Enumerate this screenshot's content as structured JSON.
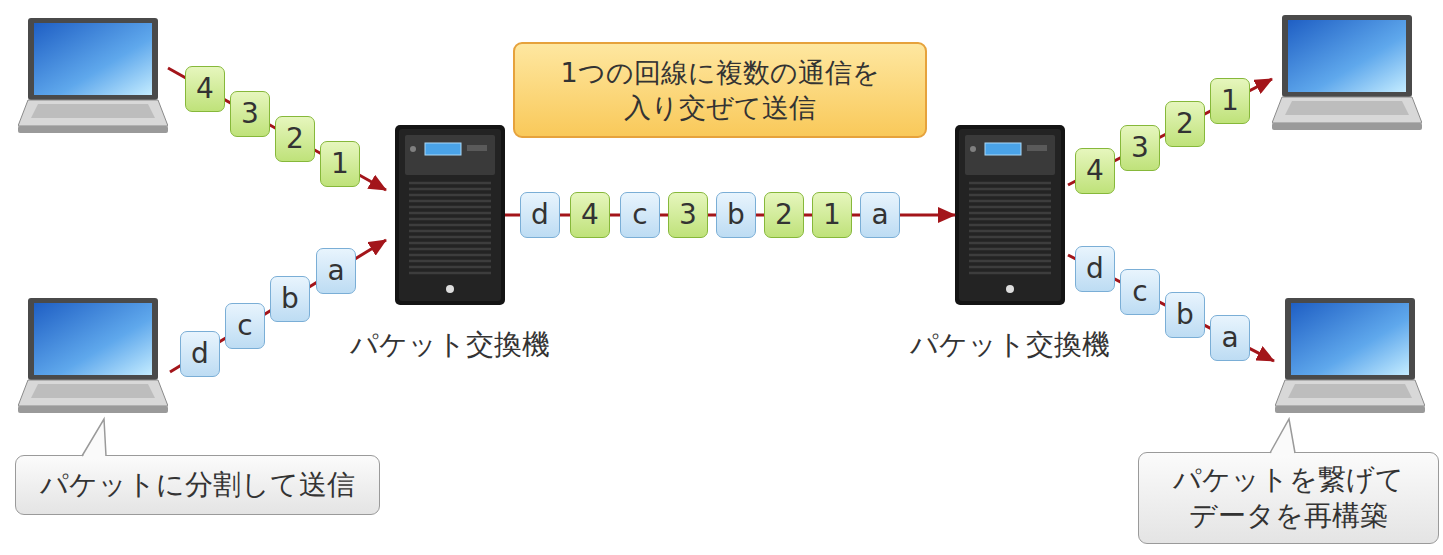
{
  "diagram": {
    "nodes": [
      {
        "text": [
          "4"
        ]
      },
      {
        "text": [
          "3"
        ]
      },
      {
        "text": [
          "2"
        ]
      },
      {
        "text": [
          "1"
        ]
      },
      {
        "text": [
          "d"
        ]
      },
      {
        "text": [
          "c"
        ]
      },
      {
        "text": [
          "b"
        ]
      },
      {
        "text": [
          "a"
        ]
      },
      {
        "text": [
          "パケット交換機"
        ]
      },
      {
        "text": [
          "1つの回線に複数の通信を 入り交ぜて送信"
        ]
      },
      {
        "text": [
          "d"
        ]
      },
      {
        "text": [
          "4"
        ]
      },
      {
        "text": [
          "c"
        ]
      },
      {
        "text": [
          "3"
        ]
      },
      {
        "text": [
          "b"
        ]
      },
      {
        "text": [
          "2"
        ]
      },
      {
        "text": [
          "1"
        ]
      },
      {
        "text": [
          "a"
        ]
      },
      {
        "text": [
          "パケット交換機"
        ]
      },
      {
        "text": [
          "4"
        ]
      },
      {
        "text": [
          "3"
        ]
      },
      {
        "text": [
          "2"
        ]
      },
      {
        "text": [
          "1"
        ]
      },
      {
        "text": [
          "d"
        ]
      },
      {
        "text": [
          "c"
        ]
      },
      {
        "text": [
          "b"
        ]
      },
      {
        "text": [
          "a"
        ]
      },
      {
        "text": [
          "パケットに分割して送信"
        ]
      },
      {
        "text": [
          "パケットを繋げて データを再構築"
        ]
      }
    ],
    "edges": [
      {
        "from": 8,
        "to": 18,
        "arrow": "to"
      }
    ]
  }
}
